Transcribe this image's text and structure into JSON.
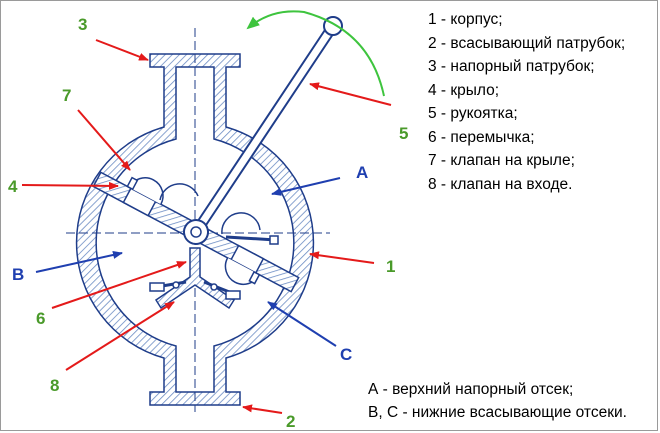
{
  "legend": [
    "1 - корпус;",
    "2 - всасывающий патрубок;",
    "3 - напорный патрубок;",
    "4 - крыло;",
    "5 - рукоятка;",
    "6 - перемычка;",
    "7 - клапан на крыле;",
    "8 - клапан на входе."
  ],
  "notes": [
    "А - верхний напорный отсек;",
    "В, С - нижние всасывающие отсеки."
  ],
  "callouts": {
    "n1": "1",
    "n2": "2",
    "n3": "3",
    "n4": "4",
    "n5": "5",
    "n6": "6",
    "n7": "7",
    "n8": "8",
    "a": "A",
    "b": "B",
    "c": "C"
  },
  "colors": {
    "outline": "#1f3d8a",
    "hatch": "#6b8cc4",
    "red_arrow": "#e41a1a",
    "blue_arrow": "#1f3fb0",
    "green_arrow": "#3ec43e",
    "number_label": "#4a9a2a",
    "letter_label": "#1f3fb0"
  }
}
